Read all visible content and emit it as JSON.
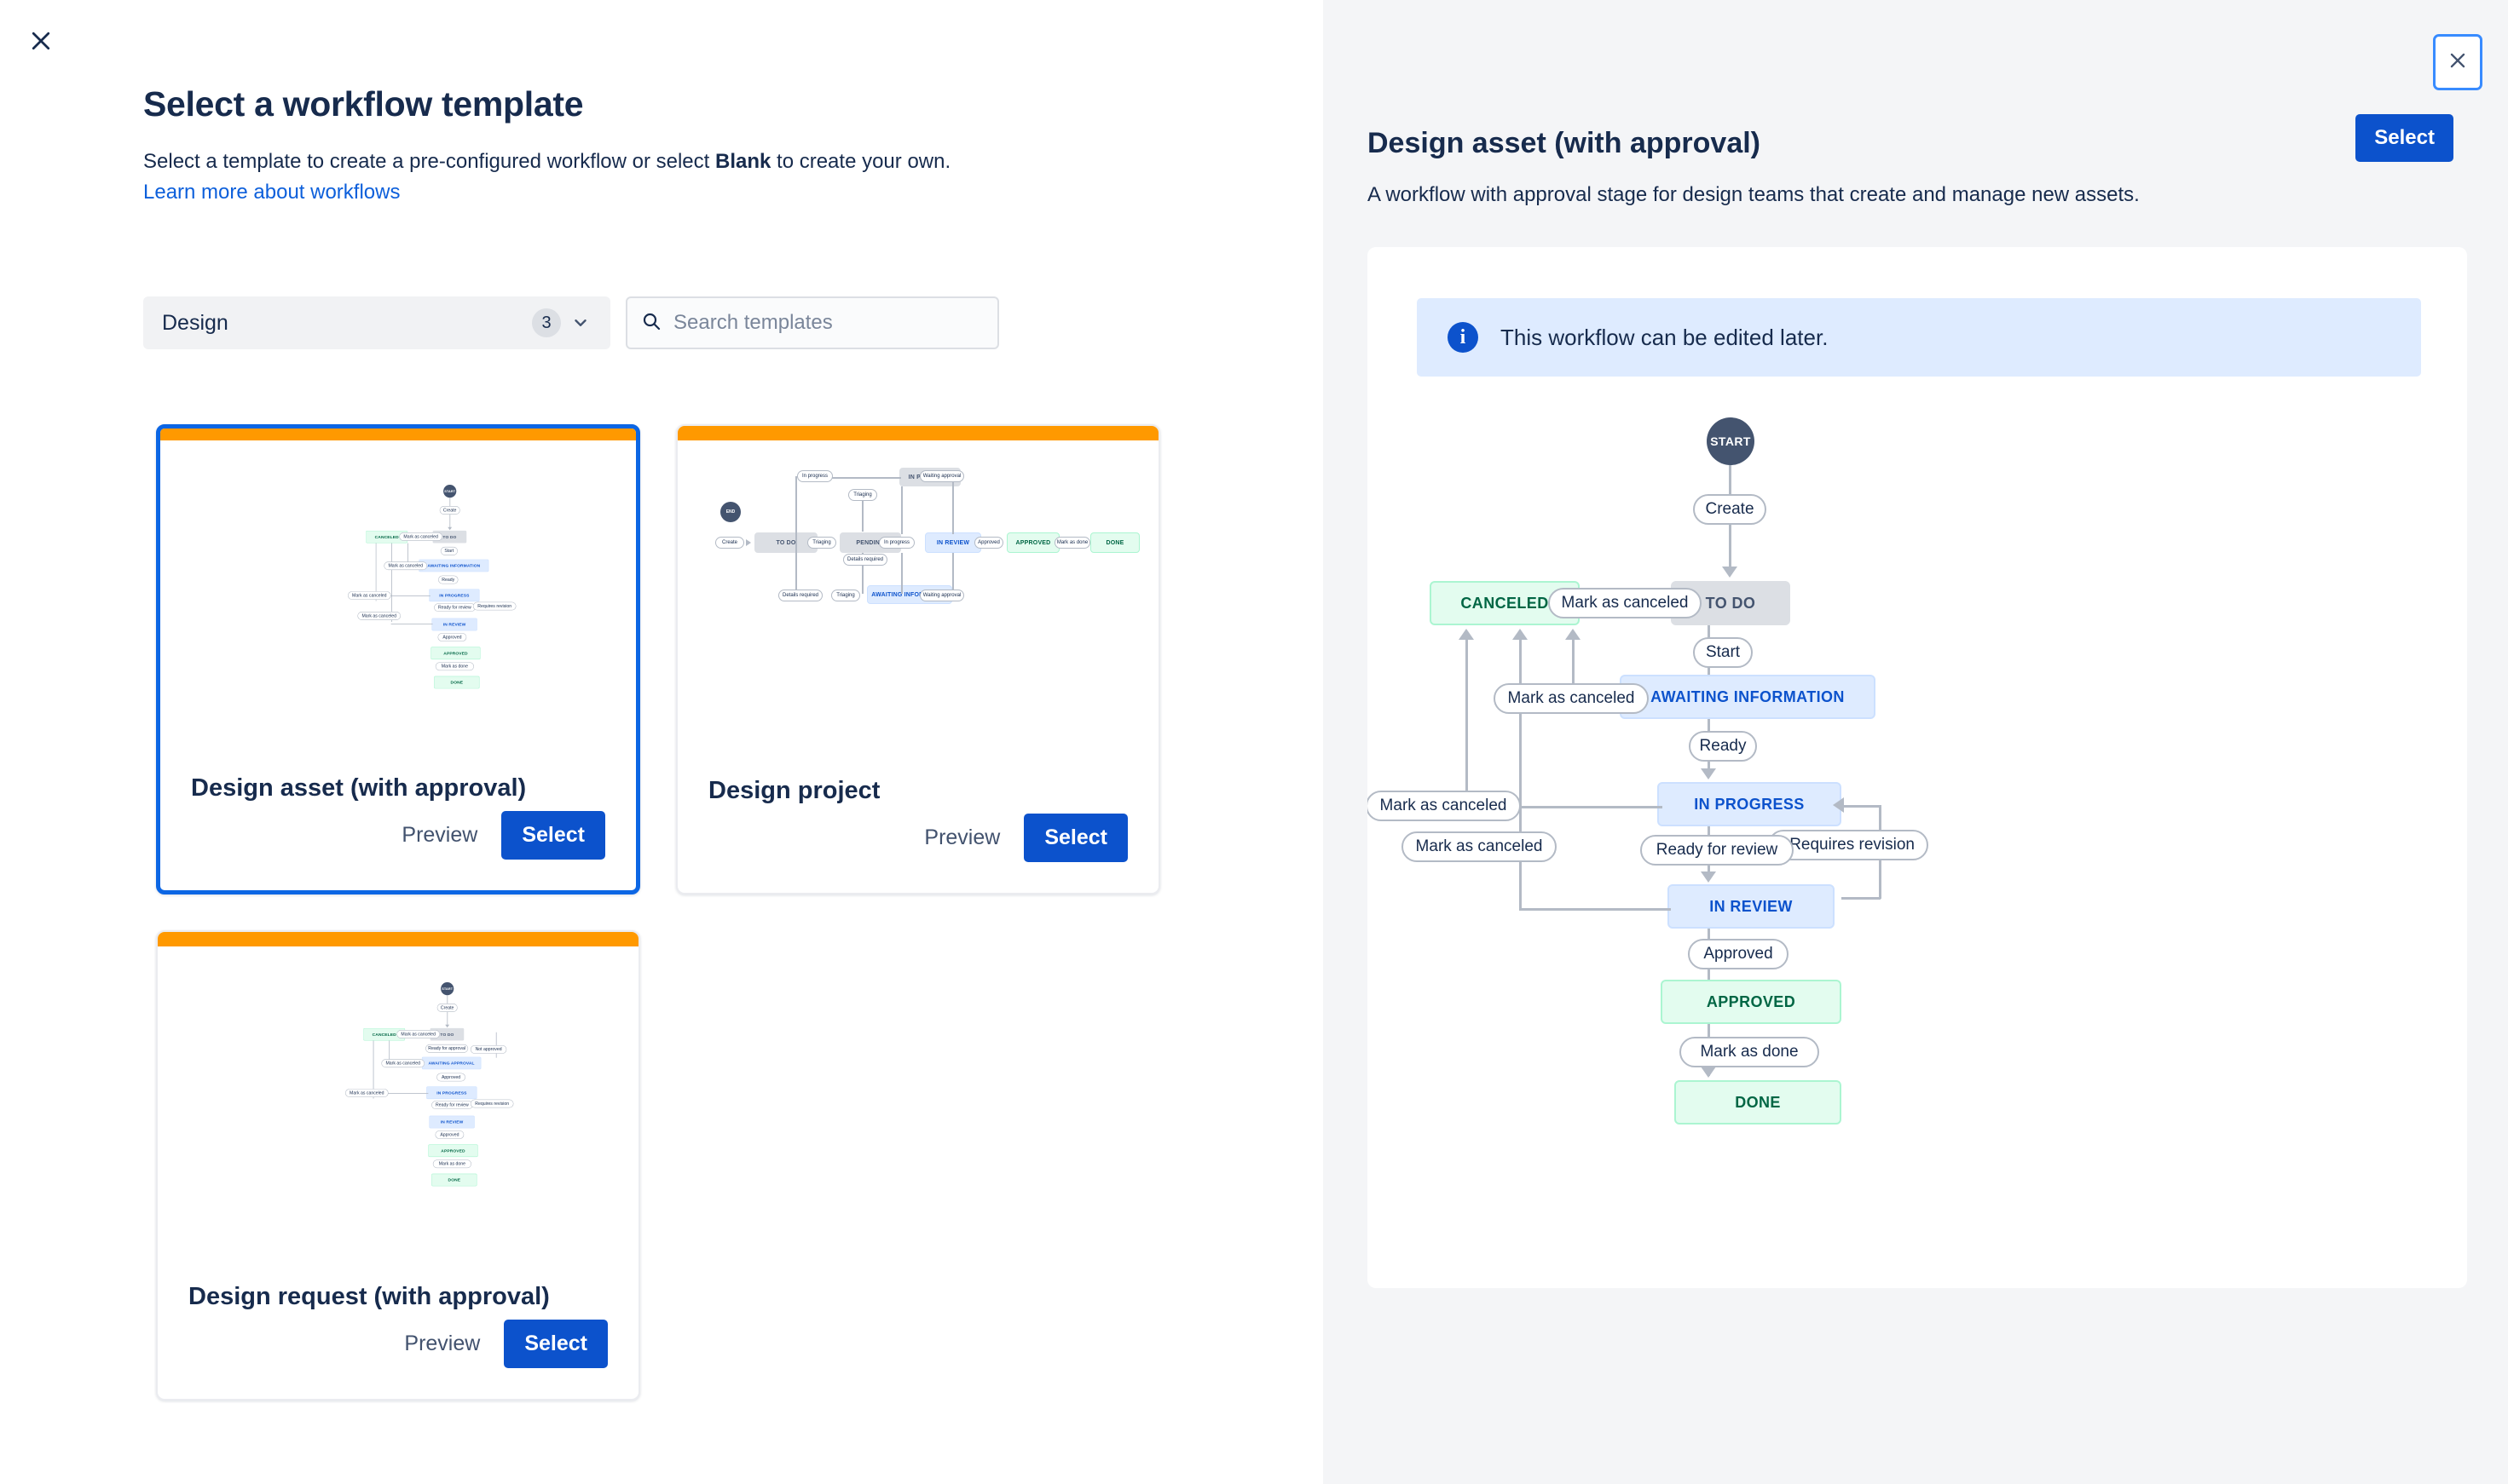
{
  "dialog": {
    "close_icon": "close-icon",
    "title": "Select a workflow template",
    "subtitle_before": "Select a template to create a pre-configured workflow or select ",
    "subtitle_bold": "Blank",
    "subtitle_after": " to create your own.",
    "learn_more_link": "Learn more about workflows"
  },
  "filters": {
    "category": {
      "label": "Design",
      "count": "3",
      "chevron_icon": "chevron-down-icon"
    },
    "search": {
      "placeholder": "Search templates",
      "value": "",
      "icon": "search-icon"
    }
  },
  "cards": [
    {
      "title": "Design asset (with approval)",
      "preview_label": "Preview",
      "select_label": "Select",
      "selected": true,
      "stripe_color": "#ff9900"
    },
    {
      "title": "Design project",
      "preview_label": "Preview",
      "select_label": "Select",
      "selected": false,
      "stripe_color": "#ff9900"
    },
    {
      "title": "Design request (with approval)",
      "preview_label": "Preview",
      "select_label": "Select",
      "selected": false,
      "stripe_color": "#ff9900"
    }
  ],
  "preview_panel": {
    "close_icon": "close-icon",
    "title": "Design asset (with approval)",
    "select_label": "Select",
    "description": "A workflow with approval stage for design teams that create and manage new assets.",
    "info_banner": {
      "icon": "info-icon",
      "text": "This workflow can be edited later."
    }
  },
  "workflow_diagram": {
    "start_label": "START",
    "statuses": [
      {
        "id": "todo",
        "label": "TO DO",
        "category": "grey"
      },
      {
        "id": "canceled",
        "label": "CANCELED",
        "category": "green"
      },
      {
        "id": "awaiting",
        "label": "AWAITING INFORMATION",
        "category": "blue"
      },
      {
        "id": "progress",
        "label": "IN PROGRESS",
        "category": "blue"
      },
      {
        "id": "review",
        "label": "IN REVIEW",
        "category": "blue"
      },
      {
        "id": "approved",
        "label": "APPROVED",
        "category": "green"
      },
      {
        "id": "done",
        "label": "DONE",
        "category": "green"
      }
    ],
    "transitions": [
      {
        "id": "t_create",
        "label": "Create",
        "from": "START",
        "to": "todo"
      },
      {
        "id": "t_cancel1",
        "label": "Mark as canceled",
        "from": "todo",
        "to": "canceled"
      },
      {
        "id": "t_start",
        "label": "Start",
        "from": "todo",
        "to": "awaiting"
      },
      {
        "id": "t_cancel2",
        "label": "Mark as canceled",
        "from": "awaiting",
        "to": "canceled"
      },
      {
        "id": "t_ready",
        "label": "Ready",
        "from": "awaiting",
        "to": "progress"
      },
      {
        "id": "t_cancel3",
        "label": "Mark as canceled",
        "from": "progress",
        "to": "canceled"
      },
      {
        "id": "t_cancel4",
        "label": "Mark as canceled",
        "from": "review",
        "to": "canceled"
      },
      {
        "id": "t_review",
        "label": "Ready for review",
        "from": "progress",
        "to": "review"
      },
      {
        "id": "t_revision",
        "label": "Requires revision",
        "from": "review",
        "to": "progress"
      },
      {
        "id": "t_approved",
        "label": "Approved",
        "from": "review",
        "to": "approved"
      },
      {
        "id": "t_done",
        "label": "Mark as done",
        "from": "approved",
        "to": "done"
      }
    ]
  },
  "project_thumbnail": {
    "start_label": "END",
    "statuses": [
      {
        "label": "TO DO",
        "category": "grey"
      },
      {
        "label": "PENDING",
        "category": "grey"
      },
      {
        "label": "IN PROGRESS",
        "category": "grey"
      },
      {
        "label": "IN REVIEW",
        "category": "blue"
      },
      {
        "label": "AWAITING INFORMATION",
        "category": "blue"
      },
      {
        "label": "APPROVED",
        "category": "green"
      },
      {
        "label": "DONE",
        "category": "green"
      }
    ],
    "transitions": [
      {
        "label": "Create"
      },
      {
        "label": "Triaging"
      },
      {
        "label": "In progress"
      },
      {
        "label": "Triaging"
      },
      {
        "label": "In progress"
      },
      {
        "label": "Details required"
      },
      {
        "label": "Details required"
      },
      {
        "label": "Triaging"
      },
      {
        "label": "Waiting approval"
      },
      {
        "label": "Waiting approval"
      },
      {
        "label": "Approved"
      },
      {
        "label": "Mark as done"
      }
    ]
  },
  "colors": {
    "accent": "#0c52cc",
    "selected_border": "#0c66e4",
    "stripe": "#ff9900",
    "panel_bg": "#f4f5f7",
    "info_bg": "#deebff",
    "text": "#172b4d"
  }
}
